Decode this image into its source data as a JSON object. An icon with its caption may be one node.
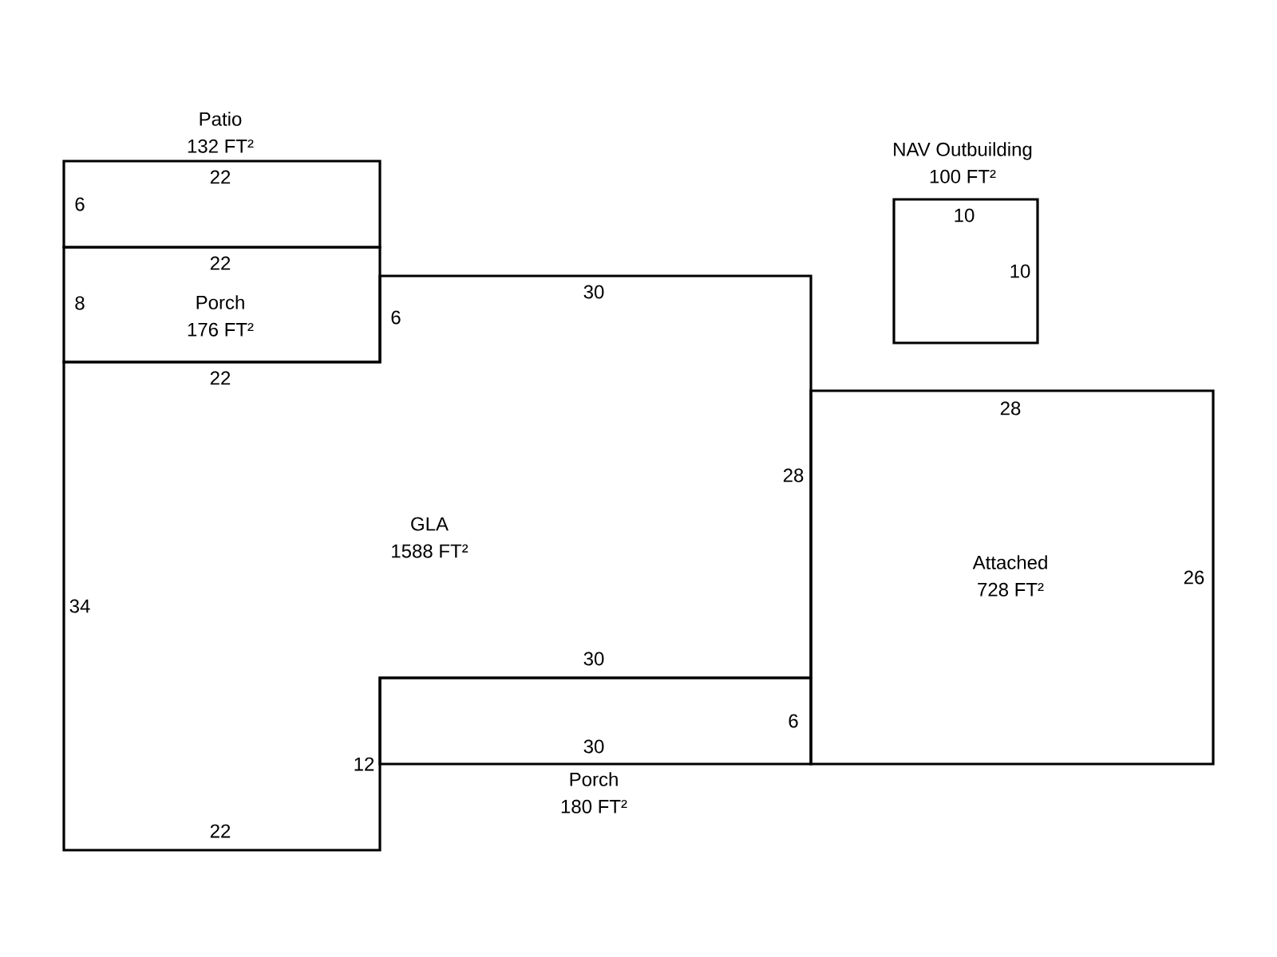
{
  "diagram": {
    "nodes": [
      {
        "text": [
          "Patio",
          "132 FT²"
        ]
      },
      {
        "text": [
          "Porch",
          "176 FT²"
        ]
      },
      {
        "text": [
          "GLA",
          "1588 FT²"
        ]
      },
      {
        "text": [
          "Porch",
          "180 FT²"
        ]
      },
      {
        "text": [
          "Attached",
          "728 FT²"
        ]
      },
      {
        "text": [
          "NAV Outbuilding",
          "100 FT²"
        ]
      }
    ],
    "labels": [
      "22",
      "6",
      "22",
      "8",
      "22",
      "6",
      "30",
      "10",
      "10",
      "28",
      "28",
      "34",
      "26",
      "30",
      "6",
      "30",
      "12",
      "22"
    ]
  }
}
